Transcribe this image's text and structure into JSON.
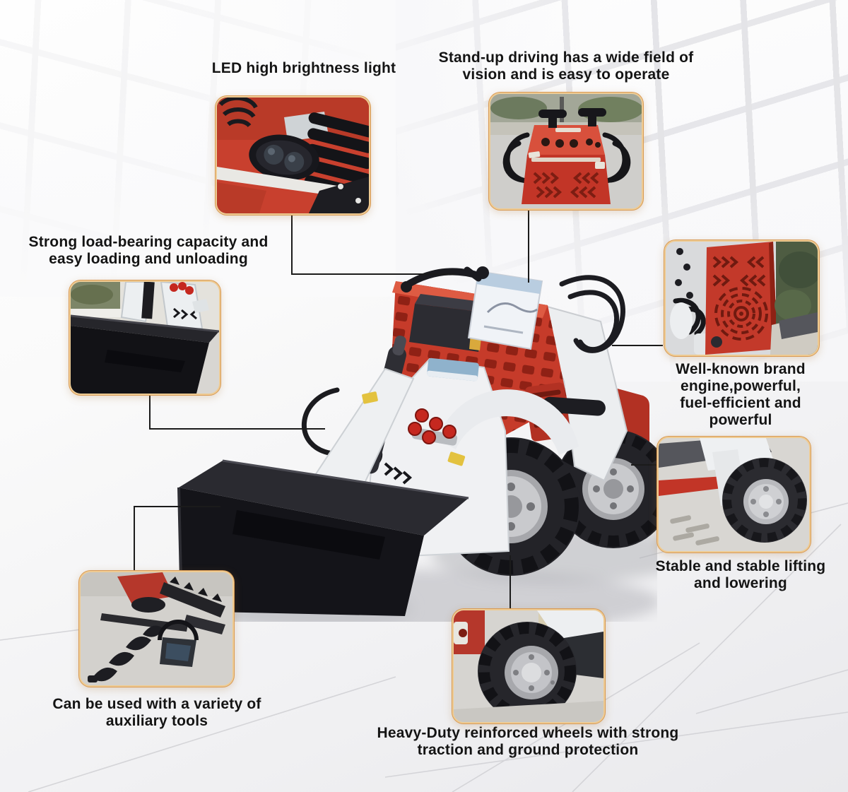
{
  "page": {
    "subject": "mini skid steer loader feature infographic"
  },
  "colors": {
    "text": "#141414",
    "machine_red": "#c63b2a",
    "machine_white": "#f0f1f3",
    "bucket_black": "#141419",
    "callout_border": "#d89a55",
    "connector": "#1b1b1b",
    "background": "#f7f7f8"
  },
  "callouts": {
    "led": {
      "label": "LED high brightness light",
      "photo": "led-work-light-closeup"
    },
    "standup": {
      "label": "Stand-up driving has a wide field of vision and is easy to operate",
      "photo": "operator-control-panel"
    },
    "load": {
      "label": "Strong load-bearing capacity and easy loading and unloading",
      "photo": "front-bucket-closeup"
    },
    "engine": {
      "label": "Well-known brand engine,powerful, fuel-efficient and powerful",
      "photo": "engine-cover-fan-grille"
    },
    "lift": {
      "label": "Stable and stable lifting and lowering",
      "photo": "rear-wheel-and-frame"
    },
    "tools": {
      "label": "Can be used with a variety of auxiliary tools",
      "photo": "auxiliary-attachments"
    },
    "wheels": {
      "label": "Heavy-Duty reinforced wheels with strong traction and ground protection",
      "photo": "reinforced-wheel-closeup"
    }
  }
}
